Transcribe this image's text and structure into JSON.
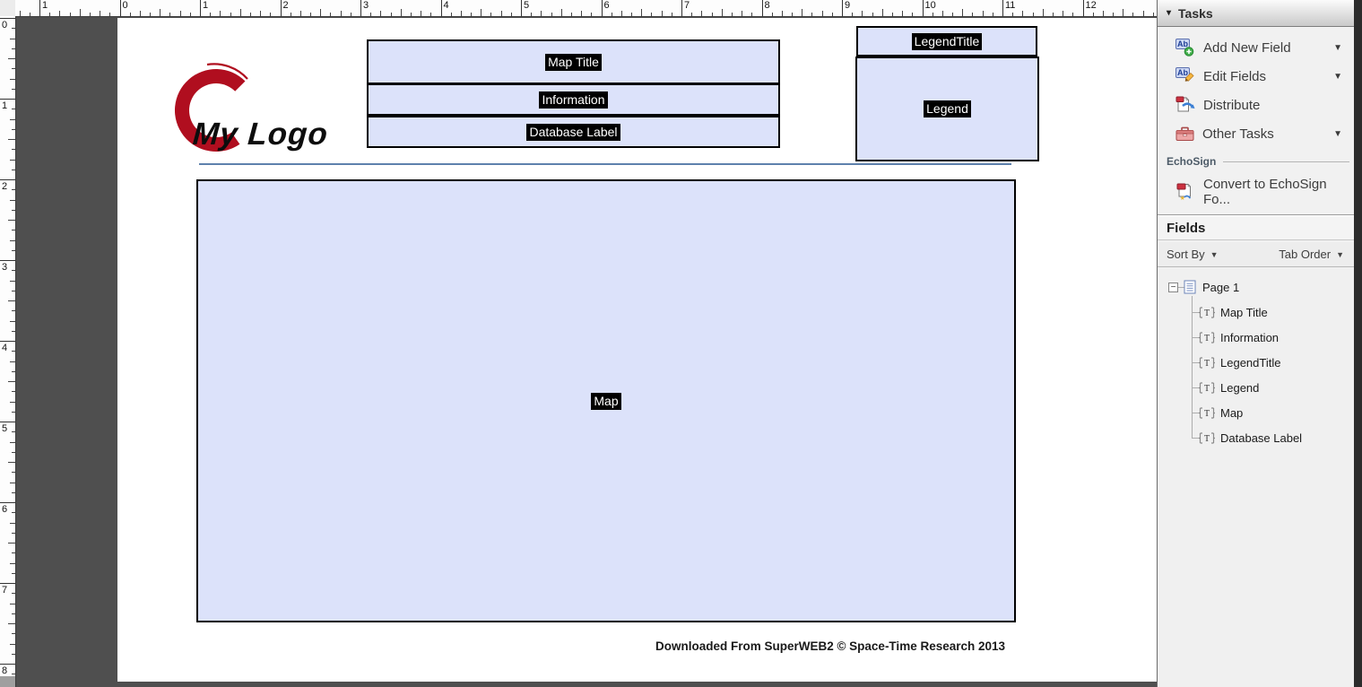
{
  "rulers": {
    "top_labels": [
      "1",
      "0",
      "1",
      "2",
      "3",
      "4",
      "5",
      "6",
      "7",
      "8",
      "9",
      "10",
      "11",
      "12"
    ],
    "left_labels": [
      "0",
      "1",
      "2",
      "3",
      "4",
      "5",
      "6",
      "7",
      "8"
    ]
  },
  "document": {
    "logo": {
      "text": "My Logo"
    },
    "fields": {
      "map_title": "Map Title",
      "information": "Information",
      "database_label": "Database Label",
      "legend_title": "LegendTitle",
      "legend": "Legend",
      "map": "Map"
    },
    "footer": "Downloaded From SuperWEB2 © Space-Time Research 2013"
  },
  "panel": {
    "tasks": {
      "title": "Tasks",
      "items": [
        {
          "label": "Add New Field",
          "has_dropdown": true
        },
        {
          "label": "Edit Fields",
          "has_dropdown": true
        },
        {
          "label": "Distribute",
          "has_dropdown": false
        },
        {
          "label": "Other Tasks",
          "has_dropdown": true
        }
      ]
    },
    "echosign": {
      "title": "EchoSign",
      "convert_label": "Convert to EchoSign Fo..."
    },
    "fields_panel": {
      "title": "Fields",
      "sort_by": "Sort By",
      "tab_order": "Tab Order",
      "tree": {
        "root": "Page 1",
        "children": [
          "Map Title",
          "Information",
          "LegendTitle",
          "Legend",
          "Map",
          "Database Label"
        ]
      }
    }
  },
  "colors": {
    "field_fill": "#dce2fa",
    "field_border": "#000000",
    "divider_blue": "#5e81ad",
    "logo_red": "#b00e1f",
    "workspace_gray": "#4f4f4f"
  }
}
